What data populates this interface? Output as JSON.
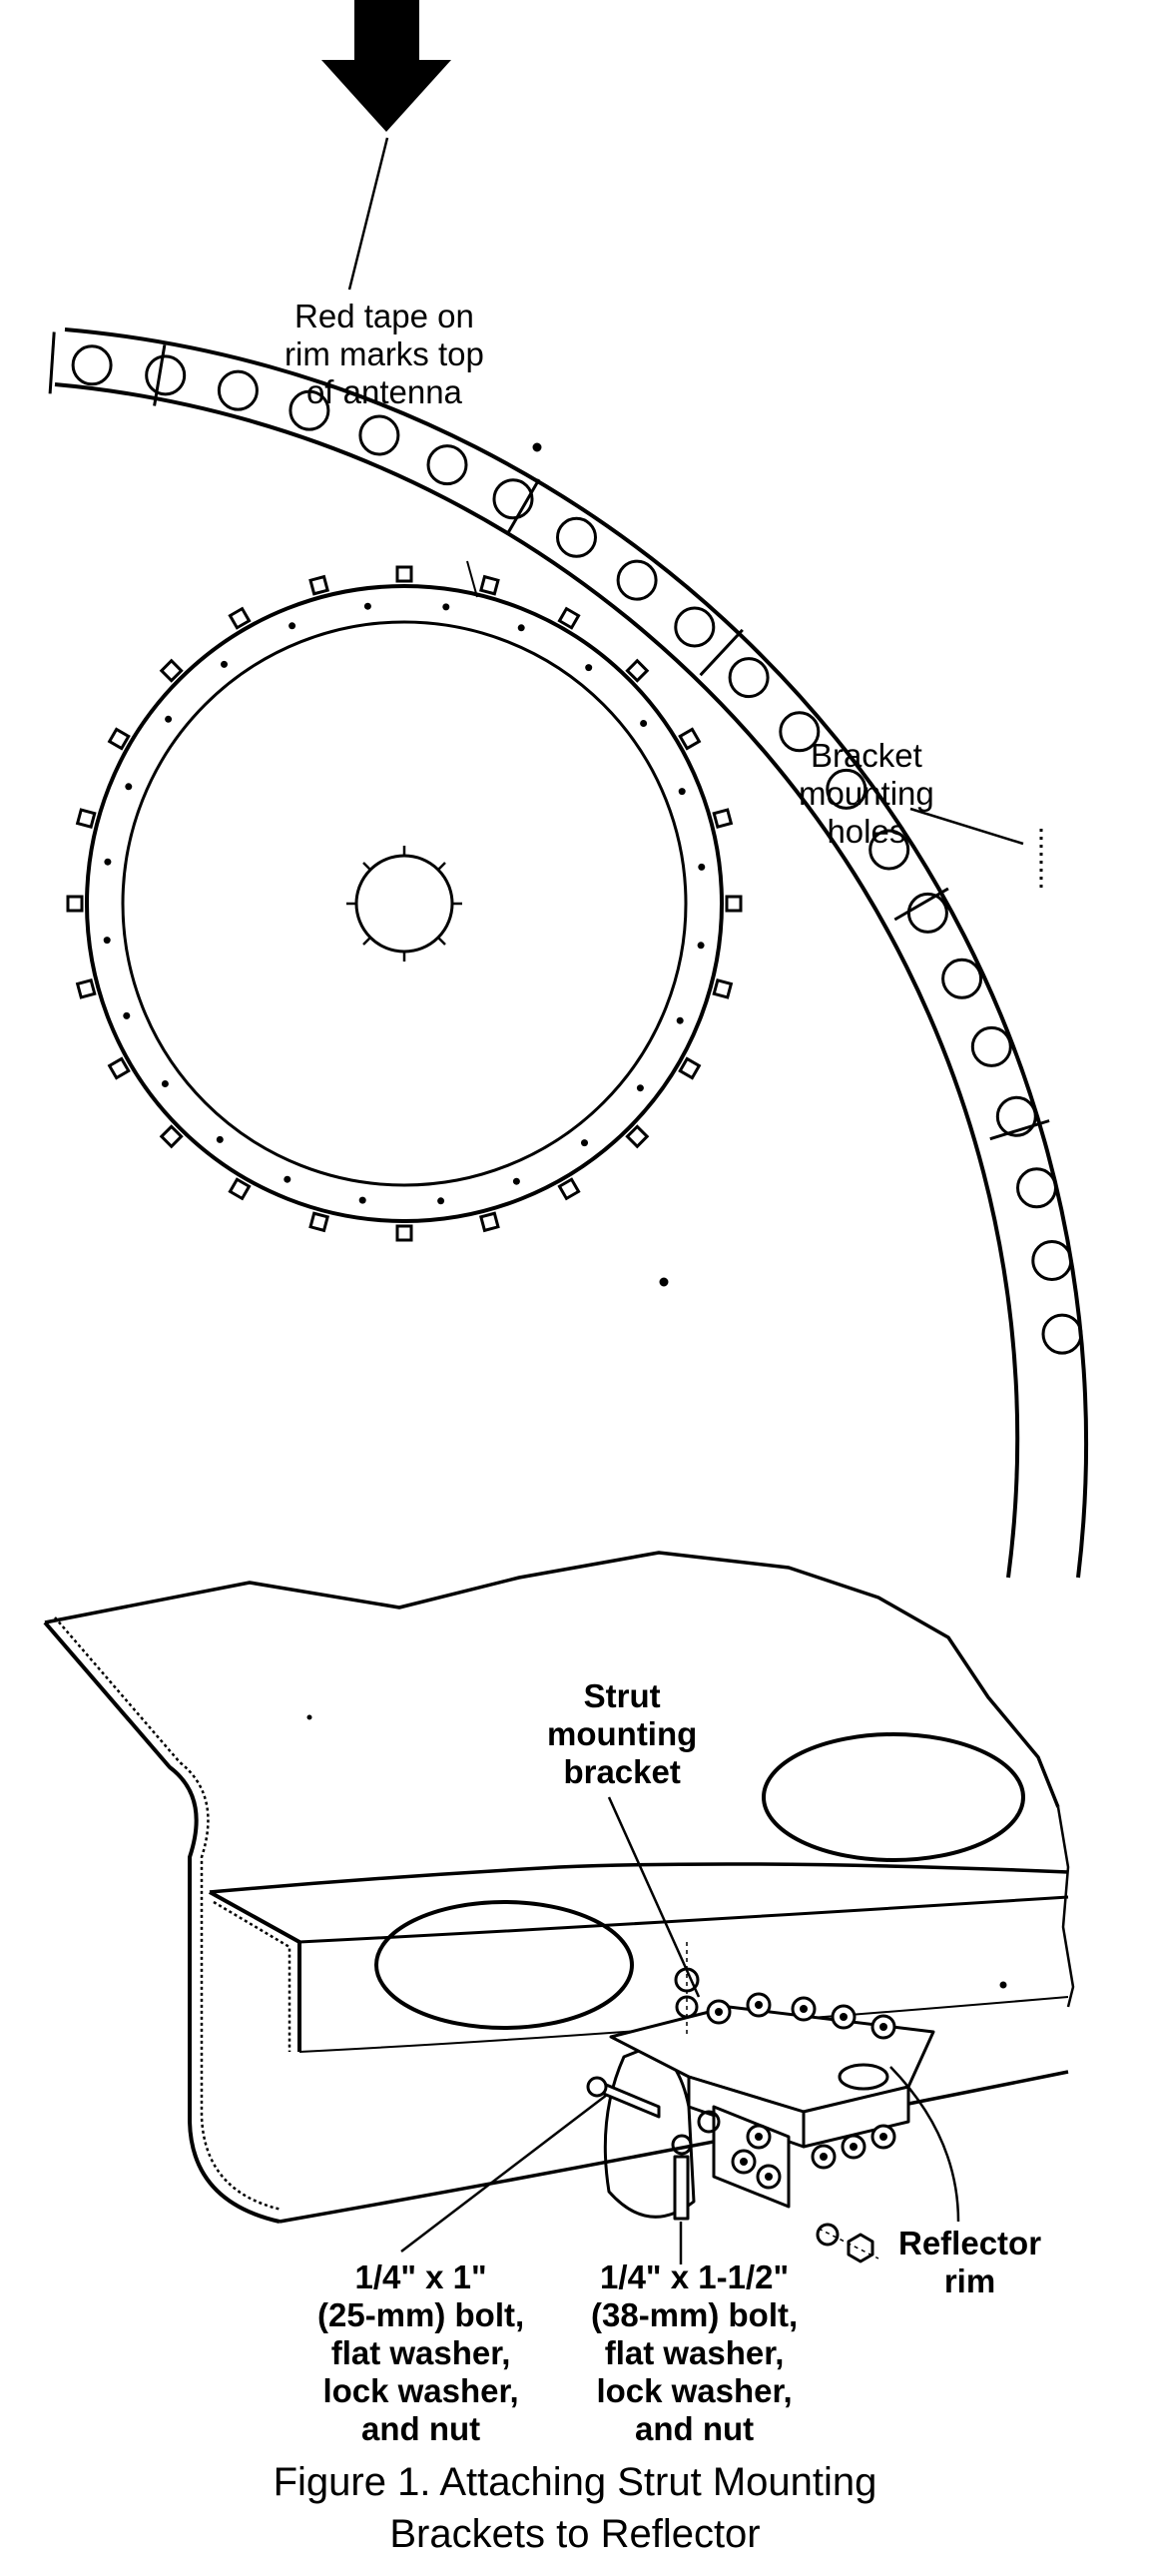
{
  "top_view": {
    "red_tape_label": [
      "Red tape on",
      "rim marks top",
      "of antenna"
    ],
    "bracket_holes_label": [
      "Bracket",
      "mounting",
      "holes"
    ]
  },
  "detail_view": {
    "strut_bracket_label": [
      "Strut",
      "mounting",
      "bracket"
    ],
    "reflector_rim_label": [
      "Reflector",
      "rim"
    ],
    "bolt_short_label": [
      "1/4\" x 1\"",
      "(25-mm) bolt,",
      "flat washer,",
      "lock washer,",
      "and nut"
    ],
    "bolt_long_label": [
      "1/4\" x 1-1/2\"",
      "(38-mm) bolt,",
      "flat washer,",
      "lock washer,",
      "and nut"
    ]
  },
  "caption": [
    "Figure 1. Attaching Strut Mounting",
    "Brackets to Reflector"
  ]
}
